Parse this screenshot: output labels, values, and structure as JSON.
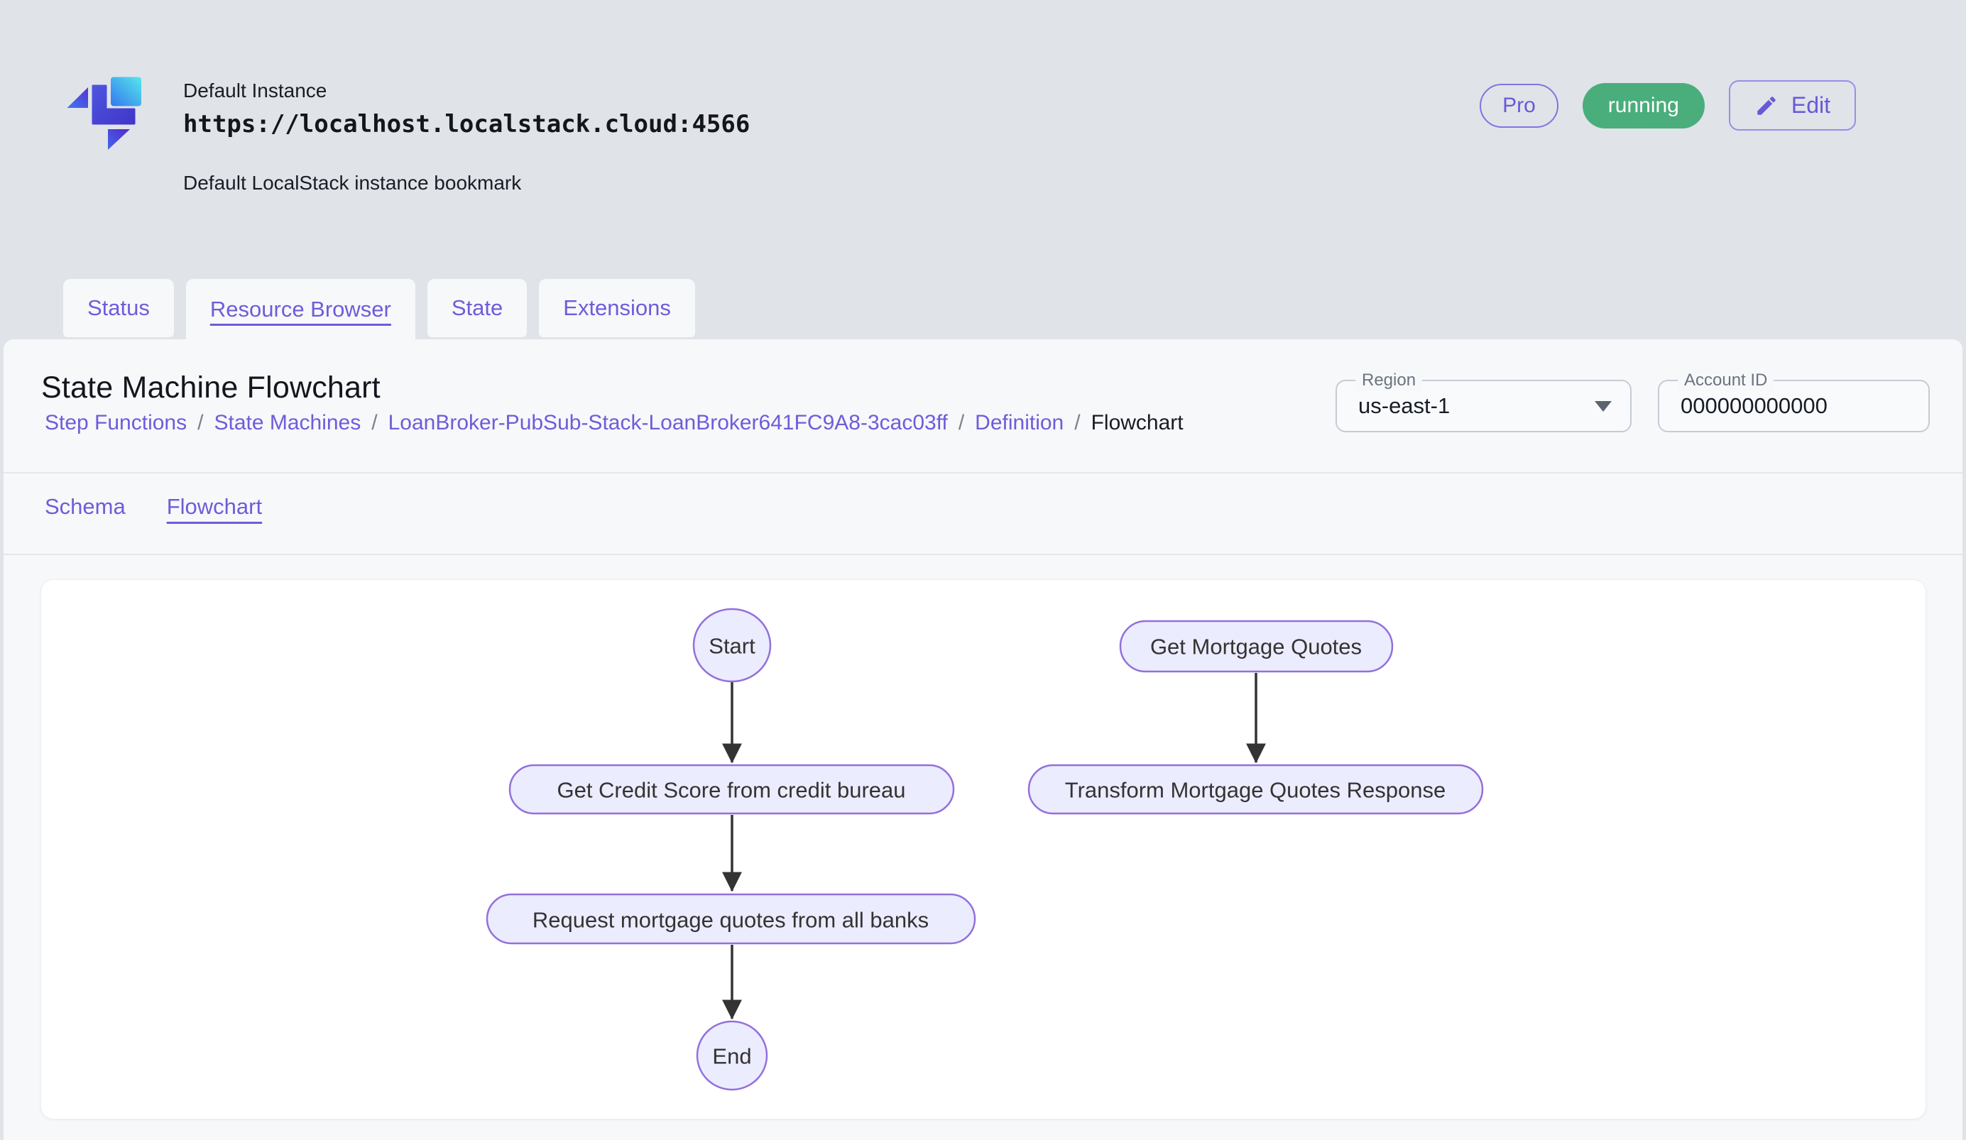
{
  "instance": {
    "name": "Default Instance",
    "url": "https://localhost.localstack.cloud:4566",
    "description": "Default LocalStack instance bookmark",
    "pro_badge": "Pro",
    "status_badge": "running",
    "edit_button": "Edit"
  },
  "tabs": [
    {
      "label": "Status",
      "active": false
    },
    {
      "label": "Resource Browser",
      "active": true
    },
    {
      "label": "State",
      "active": false
    },
    {
      "label": "Extensions",
      "active": false
    }
  ],
  "page": {
    "title": "State Machine Flowchart",
    "breadcrumb_separator": "/",
    "breadcrumb": [
      {
        "label": "Step Functions",
        "link": true
      },
      {
        "label": "State Machines",
        "link": true
      },
      {
        "label": "LoanBroker-PubSub-Stack-LoanBroker641FC9A8-3cac03ff",
        "link": true
      },
      {
        "label": "Definition",
        "link": true
      },
      {
        "label": "Flowchart",
        "link": false
      }
    ],
    "region": {
      "label": "Region",
      "value": "us-east-1"
    },
    "account": {
      "label": "Account ID",
      "value": "000000000000"
    },
    "subtabs": [
      {
        "label": "Schema",
        "active": false
      },
      {
        "label": "Flowchart",
        "active": true
      }
    ]
  },
  "flowchart": {
    "nodes": [
      {
        "id": "start",
        "shape": "ellipse",
        "label": "Start"
      },
      {
        "id": "get_credit_score",
        "shape": "stadium",
        "label": "Get Credit Score from credit bureau"
      },
      {
        "id": "request_quotes",
        "shape": "stadium",
        "label": "Request mortgage quotes from all banks"
      },
      {
        "id": "end",
        "shape": "ellipse",
        "label": "End"
      },
      {
        "id": "get_mortgage_quotes",
        "shape": "stadium",
        "label": "Get Mortgage Quotes"
      },
      {
        "id": "transform_response",
        "shape": "stadium",
        "label": "Transform Mortgage Quotes Response"
      }
    ],
    "edges": [
      {
        "from": "start",
        "to": "get_credit_score"
      },
      {
        "from": "get_credit_score",
        "to": "request_quotes"
      },
      {
        "from": "request_quotes",
        "to": "end"
      },
      {
        "from": "get_mortgage_quotes",
        "to": "transform_response"
      }
    ]
  },
  "colors": {
    "accent_purple": "#6e5cd9",
    "status_green": "#4aad7c",
    "node_fill": "#ececff",
    "node_border": "#9370db",
    "node_text": "#333333",
    "arrow": "#333333",
    "page_background": "#e0e3e8",
    "panel_background": "#f6f8fa"
  }
}
